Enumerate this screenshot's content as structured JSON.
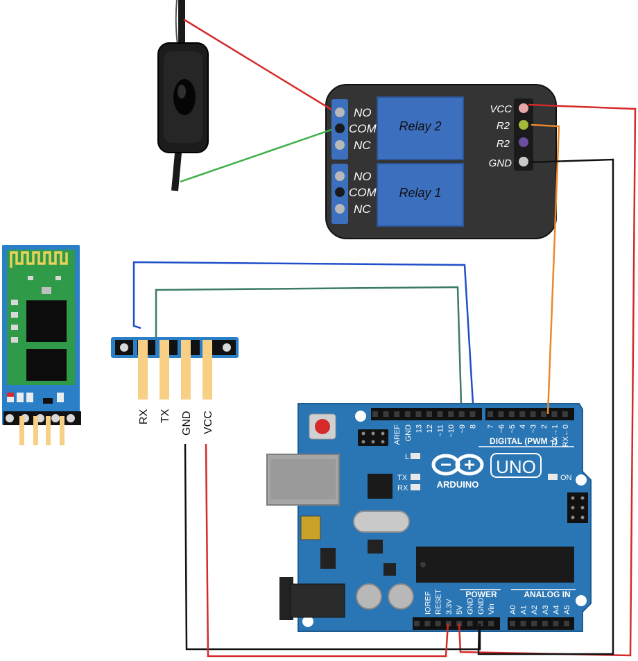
{
  "relay_module": {
    "relay2_label": "Relay 2",
    "relay1_label": "Relay 1",
    "relay2_pins": [
      "NO",
      "COM",
      "NC"
    ],
    "relay1_pins": [
      "NO",
      "COM",
      "NC"
    ],
    "header_pins": [
      "VCC",
      "R2",
      "R2",
      "GND"
    ]
  },
  "bt_header": {
    "pins": [
      "RX",
      "TX",
      "GND",
      "VCC"
    ]
  },
  "arduino": {
    "brand": "ARDUINO",
    "model": "UNO",
    "digital_title": "DIGITAL (PWM ~)",
    "digital_pins": [
      "AREF",
      "GND",
      "13",
      "12",
      "~11",
      "~10",
      "~9",
      "8",
      "7",
      "~6",
      "~5",
      "4",
      "~3",
      "2",
      "TX→1",
      "RX←0"
    ],
    "power_title": "POWER",
    "power_pins": [
      "IOREF",
      "RESET",
      "3.3V",
      "5V",
      "GND",
      "GND",
      "Vin"
    ],
    "analog_title": "ANALOG IN",
    "analog_pins": [
      "A0",
      "A1",
      "A2",
      "A3",
      "A4",
      "A5"
    ],
    "led_l": "L",
    "led_tx": "TX",
    "led_rx": "RX",
    "led_on": "ON"
  },
  "wire_colors": {
    "red": "#d42a2a",
    "green": "#3fae49",
    "blue": "#1f4fc8",
    "teal": "#3c7a6a",
    "orange": "#e8892b",
    "black": "#111111"
  }
}
